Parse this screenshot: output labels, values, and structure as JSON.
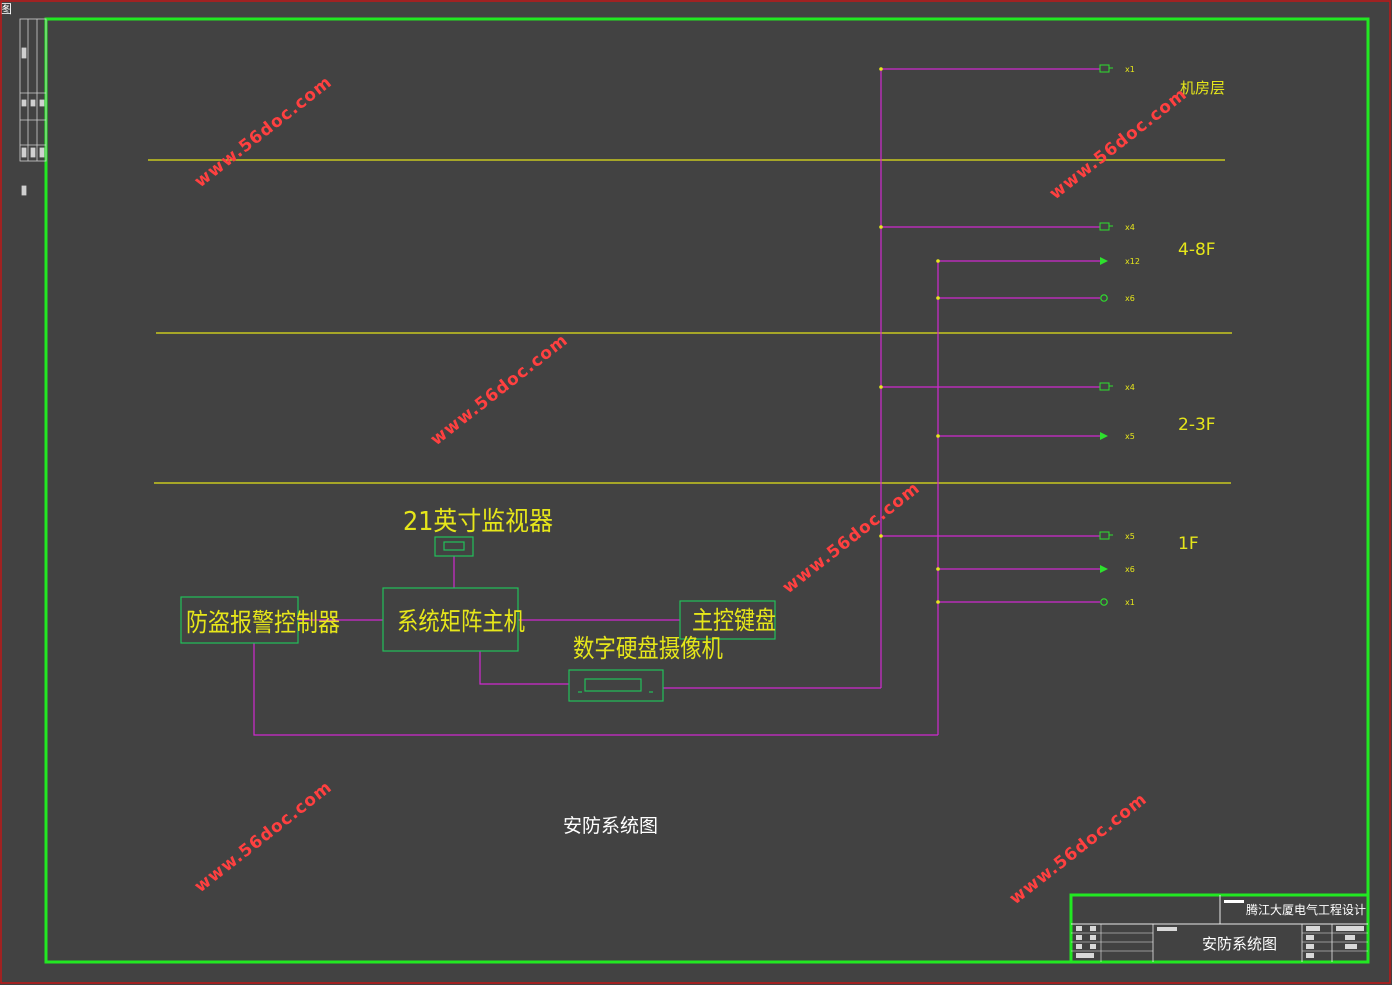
{
  "corner_glyph": "图",
  "colors": {
    "background": "#424242",
    "outer_border": "#c01818",
    "inner_border": "#22e822",
    "floor_line": "#e2e21a",
    "wire": "#d02ad0",
    "device_box": "#22c05a",
    "label": "#e6e61a",
    "device_mark": "#2ee02e",
    "count": "#e6e61a",
    "watermark": "#ff4040",
    "title": "#ffffff"
  },
  "floors": {
    "machine_room": "机房层",
    "f4_8": "4-8F",
    "f2_3": "2-3F",
    "f1": "1F"
  },
  "devices": {
    "monitor": "21英寸监视器",
    "alarm_controller": "防盗报警控制器",
    "matrix_host": "系统矩阵主机",
    "master_keyboard": "主控键盘",
    "dvr": "数字硬盘摄像机"
  },
  "branch_counts": {
    "machine_room_camera": "x1",
    "f4_8_camera": "x4",
    "f4_8_detector": "x12",
    "f4_8_button": "x6",
    "f2_3_camera": "x4",
    "f2_3_detector": "x5",
    "f1_camera": "x5",
    "f1_detector": "x6",
    "f1_button": "x1"
  },
  "diagram_title": "安防系统图",
  "watermark_text": "www.56doc.com",
  "title_block": {
    "project": "腾江大厦电气工程设计",
    "drawing_name": "安防系统图"
  }
}
